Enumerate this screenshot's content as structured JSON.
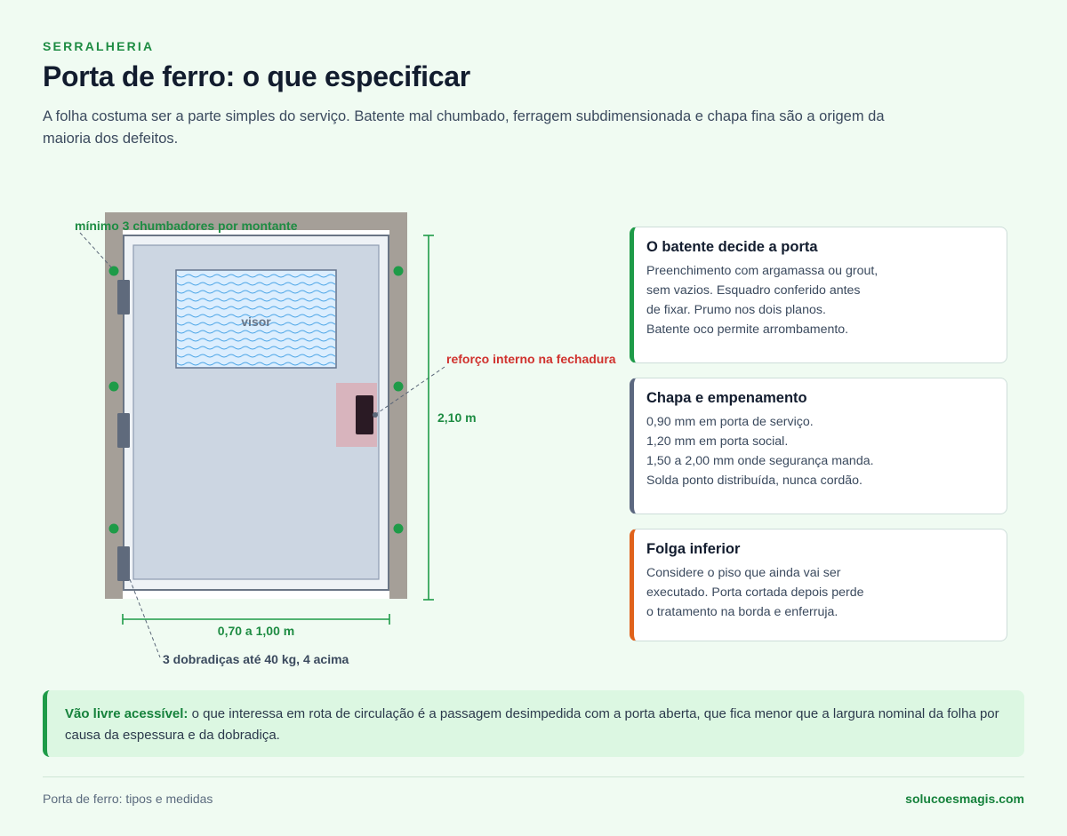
{
  "header": {
    "eyebrow": "SERRALHERIA",
    "title": "Porta de ferro: o que especificar",
    "lede": "A folha costuma ser a parte simples do serviço. Batente mal chumbado, ferragem subdimensionada e chapa fina são a origem da maioria dos defeitos."
  },
  "diagram": {
    "label_chumbadores": "mínimo 3 chumbadores por montante",
    "label_visor": "visor",
    "label_reforco": "reforço interno na fechadura",
    "label_altura": "2,10 m",
    "label_largura": "0,70 a 1,00 m",
    "label_dobradicas": "3 dobradiças até 40 kg, 4 acima"
  },
  "cards": [
    {
      "title": "O batente decide a porta",
      "accent": "#1e9b48",
      "lines": [
        "Preenchimento com argamassa ou grout,",
        "sem vazios. Esquadro conferido antes",
        "de fixar. Prumo nos dois planos.",
        "Batente oco permite arrombamento."
      ]
    },
    {
      "title": "Chapa e empenamento",
      "accent": "#5c6880",
      "lines": [
        "0,90 mm em porta de serviço.",
        "1,20 mm em porta social.",
        "1,50 a 2,00 mm onde segurança manda.",
        "Solda ponto distribuída, nunca cordão."
      ]
    },
    {
      "title": "Folga inferior",
      "accent": "#e0621b",
      "lines": [
        "Considere o piso que ainda vai ser",
        "executado. Porta cortada depois perde",
        "o tratamento na borda e enferruja."
      ]
    }
  ],
  "callout": {
    "lead": "Vão livre acessível:",
    "text": " o que interessa em rota de circulação é a passagem desimpedida com a porta aberta, que fica menor que a largura nominal da folha por causa da espessura e da dobradiça."
  },
  "footer": {
    "left": "Porta de ferro: tipos e medidas",
    "right": "solucoesmagis.com"
  },
  "colors": {
    "green": "#1e9b48",
    "red": "#d0312d",
    "frame": "#a59f98",
    "leaf": "#ccd6e2"
  }
}
